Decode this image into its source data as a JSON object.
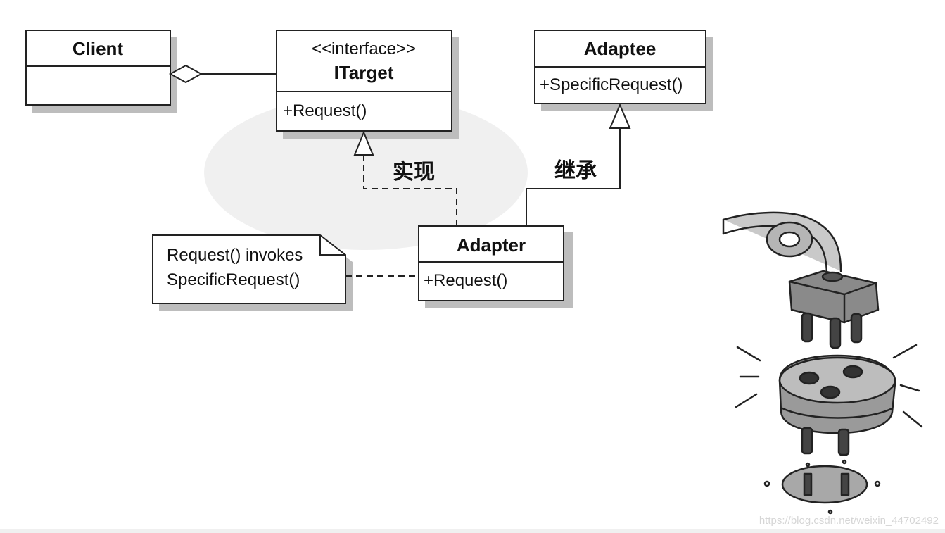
{
  "diagram": {
    "client": {
      "name": "Client"
    },
    "itarget": {
      "stereotype": "<<interface>>",
      "name": "ITarget",
      "method": "+Request()"
    },
    "adaptee": {
      "name": "Adaptee",
      "method": "+SpecificRequest()"
    },
    "adapter": {
      "name": "Adapter",
      "method": "+Request()"
    },
    "note": {
      "line1": "Request() invokes",
      "line2": "SpecificRequest()"
    },
    "labels": {
      "implements": "实现",
      "inherits": "继承"
    }
  },
  "watermark": "https://blog.csdn.net/weixin_44702492",
  "illustration": {
    "subject": "plug-adapter-illustration"
  },
  "colors": {
    "line": "#222222",
    "shadow": "#bdbdbd",
    "footer_band": "#f0f0f0"
  }
}
